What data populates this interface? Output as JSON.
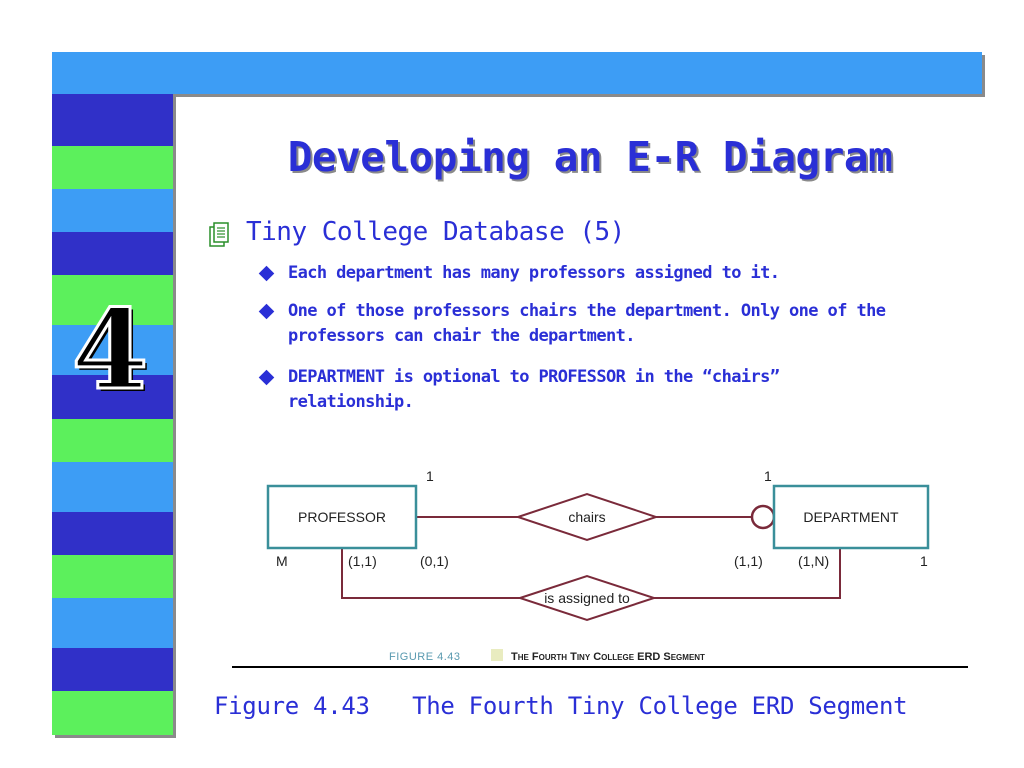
{
  "slide": {
    "title": "Developing an E-R Diagram",
    "chapter_number": "4",
    "bullet_level1": "Tiny College Database (5)",
    "bullets_level2": [
      "Each department has many professors assigned to it.",
      "One of those professors chairs the department. Only one of the professors can chair the department.",
      "DEPARTMENT is optional to PROFESSOR in the “chairs” relationship."
    ],
    "caption": "Figure 4.43   The Fourth Tiny College ERD Segment"
  },
  "stripe_colors": {
    "blue_dark": "#3030c8",
    "green": "#5cf05c",
    "blue_light": "#3d9df5"
  },
  "erd": {
    "entities": {
      "professor": "PROFESSOR",
      "department": "DEPARTMENT"
    },
    "relationships": {
      "chairs": "chairs",
      "assigned": "is assigned to"
    },
    "labels": {
      "prof_one": "1",
      "dept_one": "1",
      "prof_many": "M",
      "dept_many": "1",
      "prof_card_assigned": "(1,1)",
      "prof_card_chairs": "(0,1)",
      "dept_card_chairs": "(1,1)",
      "dept_card_assigned": "(1,N)"
    },
    "figure_number": "FIGURE 4.43",
    "figure_title": "The Fourth Tiny College ERD Segment"
  }
}
